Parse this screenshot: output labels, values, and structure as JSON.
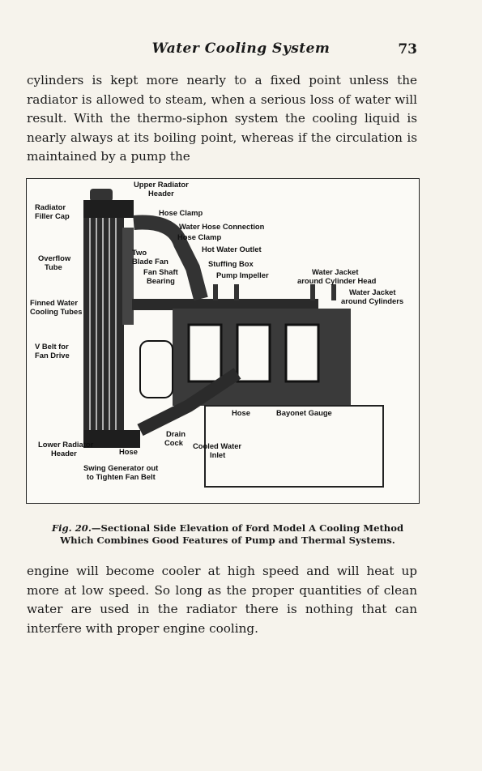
{
  "header": {
    "running_title": "Water Cooling System",
    "page_number": "73"
  },
  "body": {
    "paragraph_1": "cylinders is kept more nearly to a fixed point unless the radiator is allowed to steam, when a serious loss of water will result. With the thermo-siphon system the cooling liquid is nearly always at its boiling point, whereas if the circulation is maintained by a pump the",
    "paragraph_2": "engine will become cooler at high speed and will heat up more at low speed. So long as the proper quantities of clean water are used in the radiator there is nothing that can interfere with proper engine cooling."
  },
  "figure": {
    "labels": {
      "upper_radiator_header_1": "Upper Radiator",
      "upper_radiator_header_2": "Header",
      "radiator_filler_cap_1": "Radiator",
      "radiator_filler_cap_2": "Filler Cap",
      "hose_clamp_top": "Hose Clamp",
      "water_hose_connection": "Water Hose Connection",
      "hose_clamp": "Hose Clamp",
      "hot_water_outlet": "Hot Water Outlet",
      "two_blade_fan_1": "Two",
      "two_blade_fan_2": "Blade Fan",
      "stuffing_box": "Stuffing Box",
      "fan_shaft_bearing_1": "Fan Shaft",
      "fan_shaft_bearing_2": "Bearing",
      "pump_impeller": "Pump Impeller",
      "overflow_tube_1": "Overflow",
      "overflow_tube_2": "Tube",
      "water_jacket_head_1": "Water Jacket",
      "water_jacket_head_2": "around Cylinder Head",
      "water_jacket_cyl_1": "Water Jacket",
      "water_jacket_cyl_2": "around Cylinders",
      "finned_water_tubes_1": "Finned Water",
      "finned_water_tubes_2": "Cooling Tubes",
      "v_belt_1": "V Belt for",
      "v_belt_2": "Fan Drive",
      "hose_right": "Hose",
      "bayonet_gauge": "Bayonet Gauge",
      "drain_cock_1": "Drain",
      "drain_cock_2": "Cock",
      "lower_radiator_header_1": "Lower Radiator",
      "lower_radiator_header_2": "Header",
      "hose_bottom": "Hose",
      "cooled_water_inlet_1": "Cooled Water",
      "cooled_water_inlet_2": "Inlet",
      "swing_generator_1": "Swing Generator out",
      "swing_generator_2": "to Tighten Fan Belt"
    },
    "caption": {
      "fig_label": "Fig. 20.",
      "text_line1": "—Sectional Side Elevation of Ford Model A Cooling Method",
      "text_line2": "Which Combines Good Features of Pump and Thermal Systems."
    }
  }
}
